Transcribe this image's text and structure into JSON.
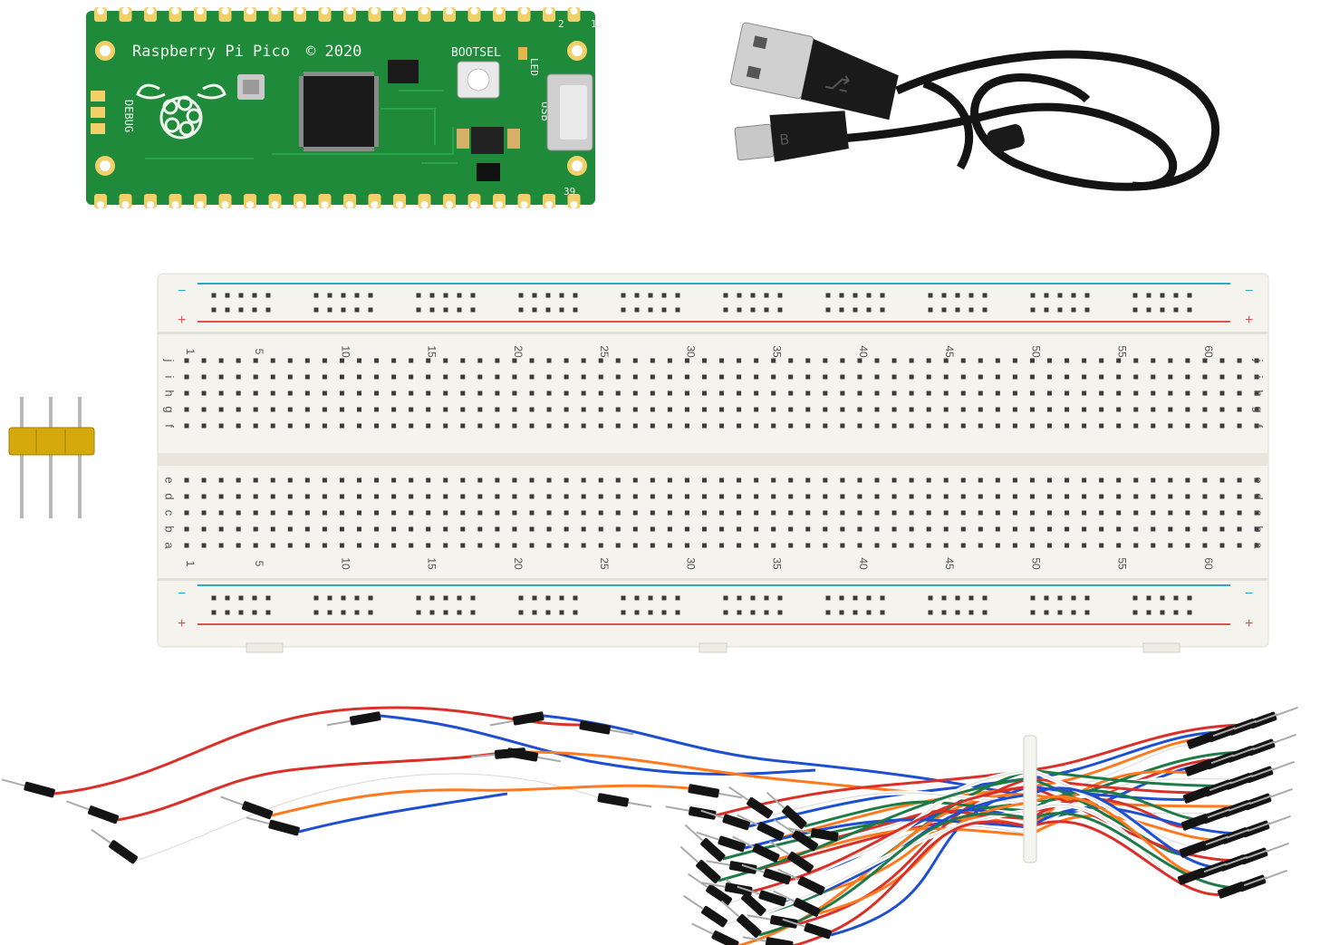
{
  "pico": {
    "brand_text": "Raspberry Pi Pico",
    "copyright_text": "© 2020",
    "bootsel_label": "BOOTSEL",
    "led_label": "LED",
    "usb_label": "USB",
    "debug_label": "DEBUG",
    "pin_first": "1",
    "pin_last": "39",
    "pin_two": "2",
    "board_color": "#1f8a3a"
  },
  "breadboard": {
    "column_numbers": [
      "1",
      "5",
      "10",
      "15",
      "20",
      "25",
      "30",
      "35",
      "40",
      "45",
      "50",
      "55",
      "60"
    ],
    "rows_top_left": [
      "f",
      "g",
      "h",
      "i",
      "j"
    ],
    "rows_bottom_left": [
      "a",
      "b",
      "c",
      "d",
      "e"
    ],
    "rail_minus": "−",
    "rail_plus": "+",
    "rail_blue": "#2aa7c9",
    "rail_red": "#d9534f"
  },
  "header_pins": {
    "count": 3,
    "color": "#d4a90b"
  },
  "usb_cable": {
    "color": "#141414",
    "connectors": [
      "usb-a",
      "micro-usb"
    ]
  },
  "jumper_wires": {
    "wire_colors": [
      "#d9302a",
      "#1f4fd1",
      "#ff7a1f",
      "#ffffff",
      "#1e7a48"
    ]
  }
}
